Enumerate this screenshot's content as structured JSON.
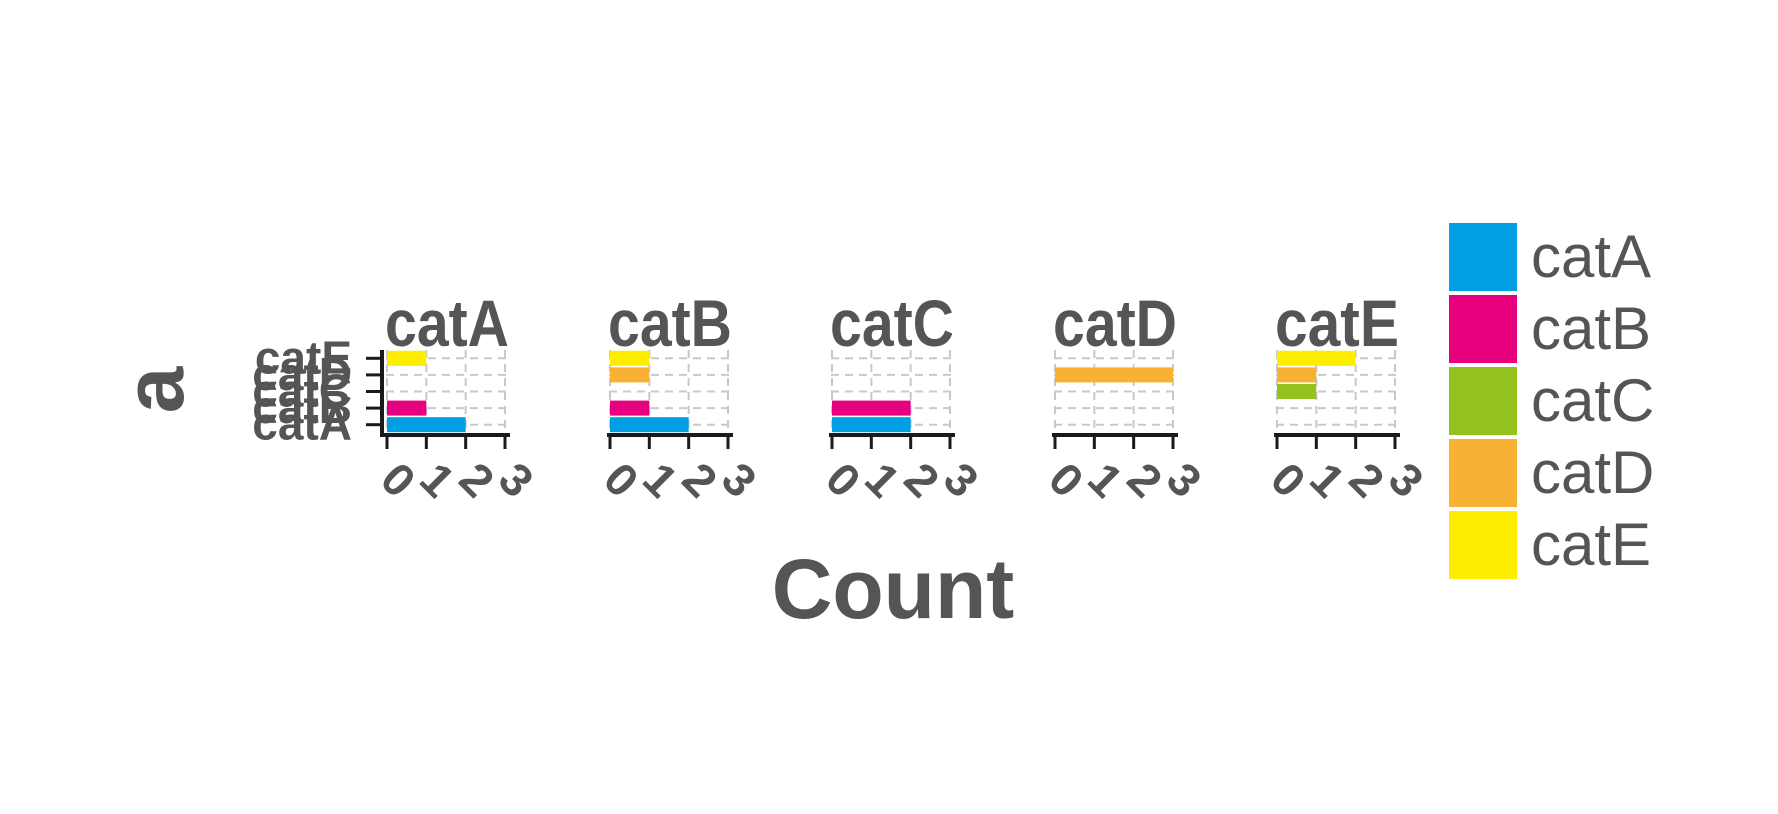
{
  "chart_data": {
    "type": "bar",
    "orientation": "horizontal",
    "facets": [
      "catA",
      "catB",
      "catC",
      "catD",
      "catE"
    ],
    "categories": [
      "catA",
      "catB",
      "catC",
      "catD",
      "catE"
    ],
    "xlabel": "Count",
    "ylabel": "a",
    "xticks": [
      "0",
      "1",
      "2",
      "3"
    ],
    "xlim": [
      0,
      3
    ],
    "grid": true,
    "legend_position": "right",
    "legend": [
      {
        "label": "catA",
        "color": "#009fe3"
      },
      {
        "label": "catB",
        "color": "#e6007e"
      },
      {
        "label": "catC",
        "color": "#95c11f"
      },
      {
        "label": "catD",
        "color": "#f8b133"
      },
      {
        "label": "catE",
        "color": "#ffed00"
      }
    ],
    "panels": [
      {
        "facet": "catA",
        "values": [
          2,
          1,
          0,
          0,
          1
        ]
      },
      {
        "facet": "catB",
        "values": [
          2,
          1,
          0,
          1,
          1
        ]
      },
      {
        "facet": "catC",
        "values": [
          2,
          2,
          0,
          0,
          0
        ]
      },
      {
        "facet": "catD",
        "values": [
          0,
          0,
          0,
          3,
          0
        ]
      },
      {
        "facet": "catE",
        "values": [
          0,
          0,
          1,
          1,
          2
        ]
      }
    ]
  }
}
